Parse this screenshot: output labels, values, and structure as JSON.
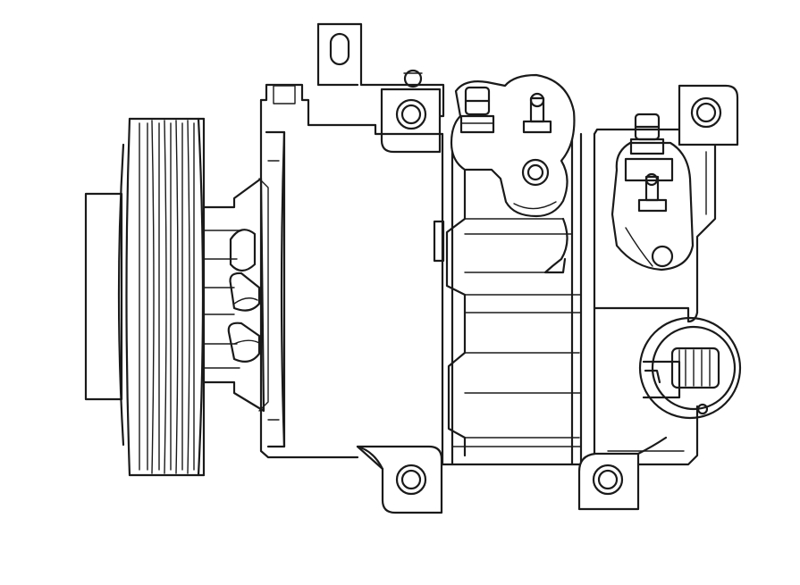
{
  "drawing": {
    "subject": "",
    "line_color": "#1a1a1a",
    "background_color": "#ffffff",
    "parts": [
      {
        "key": "pulley",
        "icon": "pulley-icon"
      },
      {
        "key": "clutch-hub",
        "icon": "hub-icon"
      },
      {
        "key": "front-housing",
        "icon": "housing-icon"
      },
      {
        "key": "cylinder-body",
        "icon": "cylinder-icon"
      },
      {
        "key": "rear-head",
        "icon": "rear-head-icon"
      },
      {
        "key": "service-port-low",
        "icon": "valve-icon"
      },
      {
        "key": "service-port-high",
        "icon": "valve-icon"
      },
      {
        "key": "electrical-connector",
        "icon": "connector-icon"
      },
      {
        "key": "mounting-ears",
        "icon": "mounting-ear-icon"
      }
    ]
  }
}
